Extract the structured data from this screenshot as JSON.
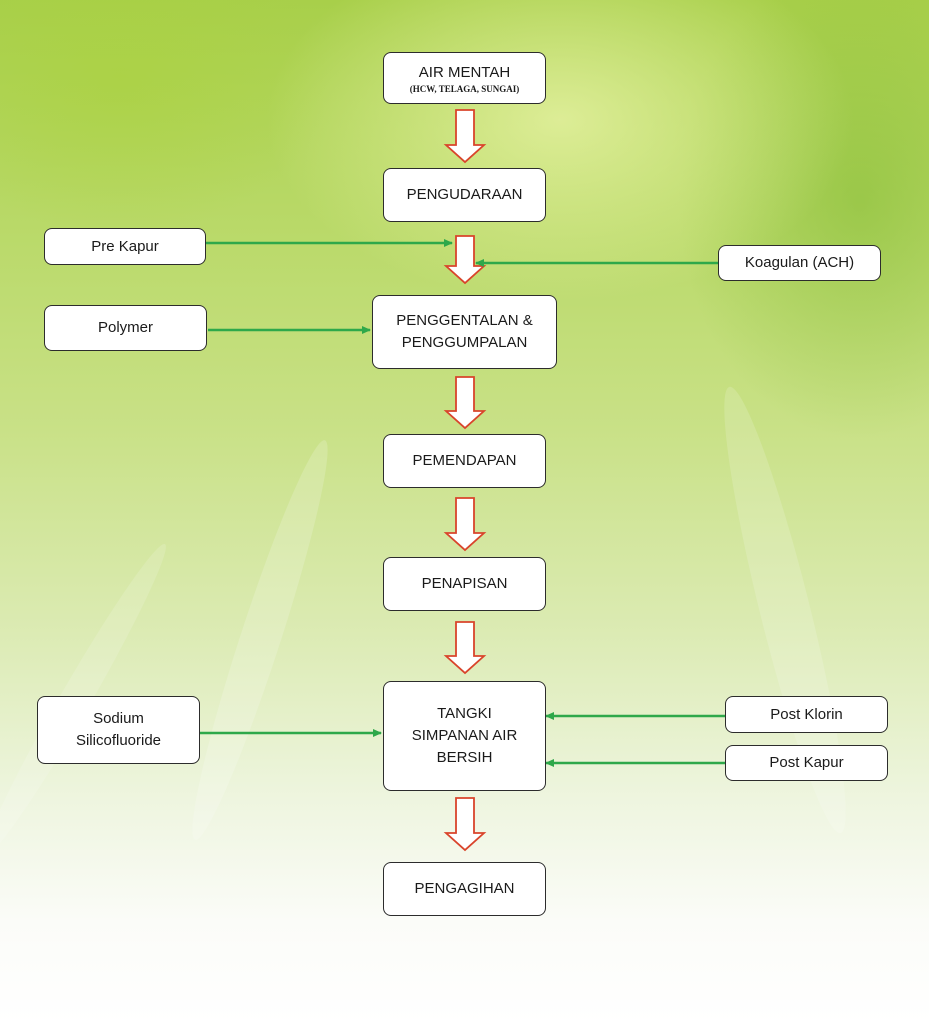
{
  "diagram": {
    "steps": {
      "air_mentah": "AIR MENTAH",
      "air_mentah_sub": "(HCW, TELAGA, SUNGAI)",
      "pengudaraan": "PENGUDARAAN",
      "penggentalan_line1": "PENGGENTALAN &",
      "penggentalan_line2": "PENGGUMPALAN",
      "pemendapan": "PEMENDAPAN",
      "penapisan": "PENAPISAN",
      "tangki_line1": "TANGKI",
      "tangki_line2": "SIMPANAN AIR",
      "tangki_line3": "BERSIH",
      "pengagihan": "PENGAGIHAN"
    },
    "inputs": {
      "pre_kapur": "Pre Kapur",
      "koagulan": "Koagulan (ACH)",
      "polymer": "Polymer",
      "sodium_line1": "Sodium",
      "sodium_line2": "Silicofluoride",
      "post_klorin": "Post Klorin",
      "post_kapur": "Post Kapur"
    },
    "colors": {
      "flow_arrow_outline": "#d9442b",
      "input_arrow": "#2ea84a",
      "box_border": "#2c2c2c"
    }
  }
}
